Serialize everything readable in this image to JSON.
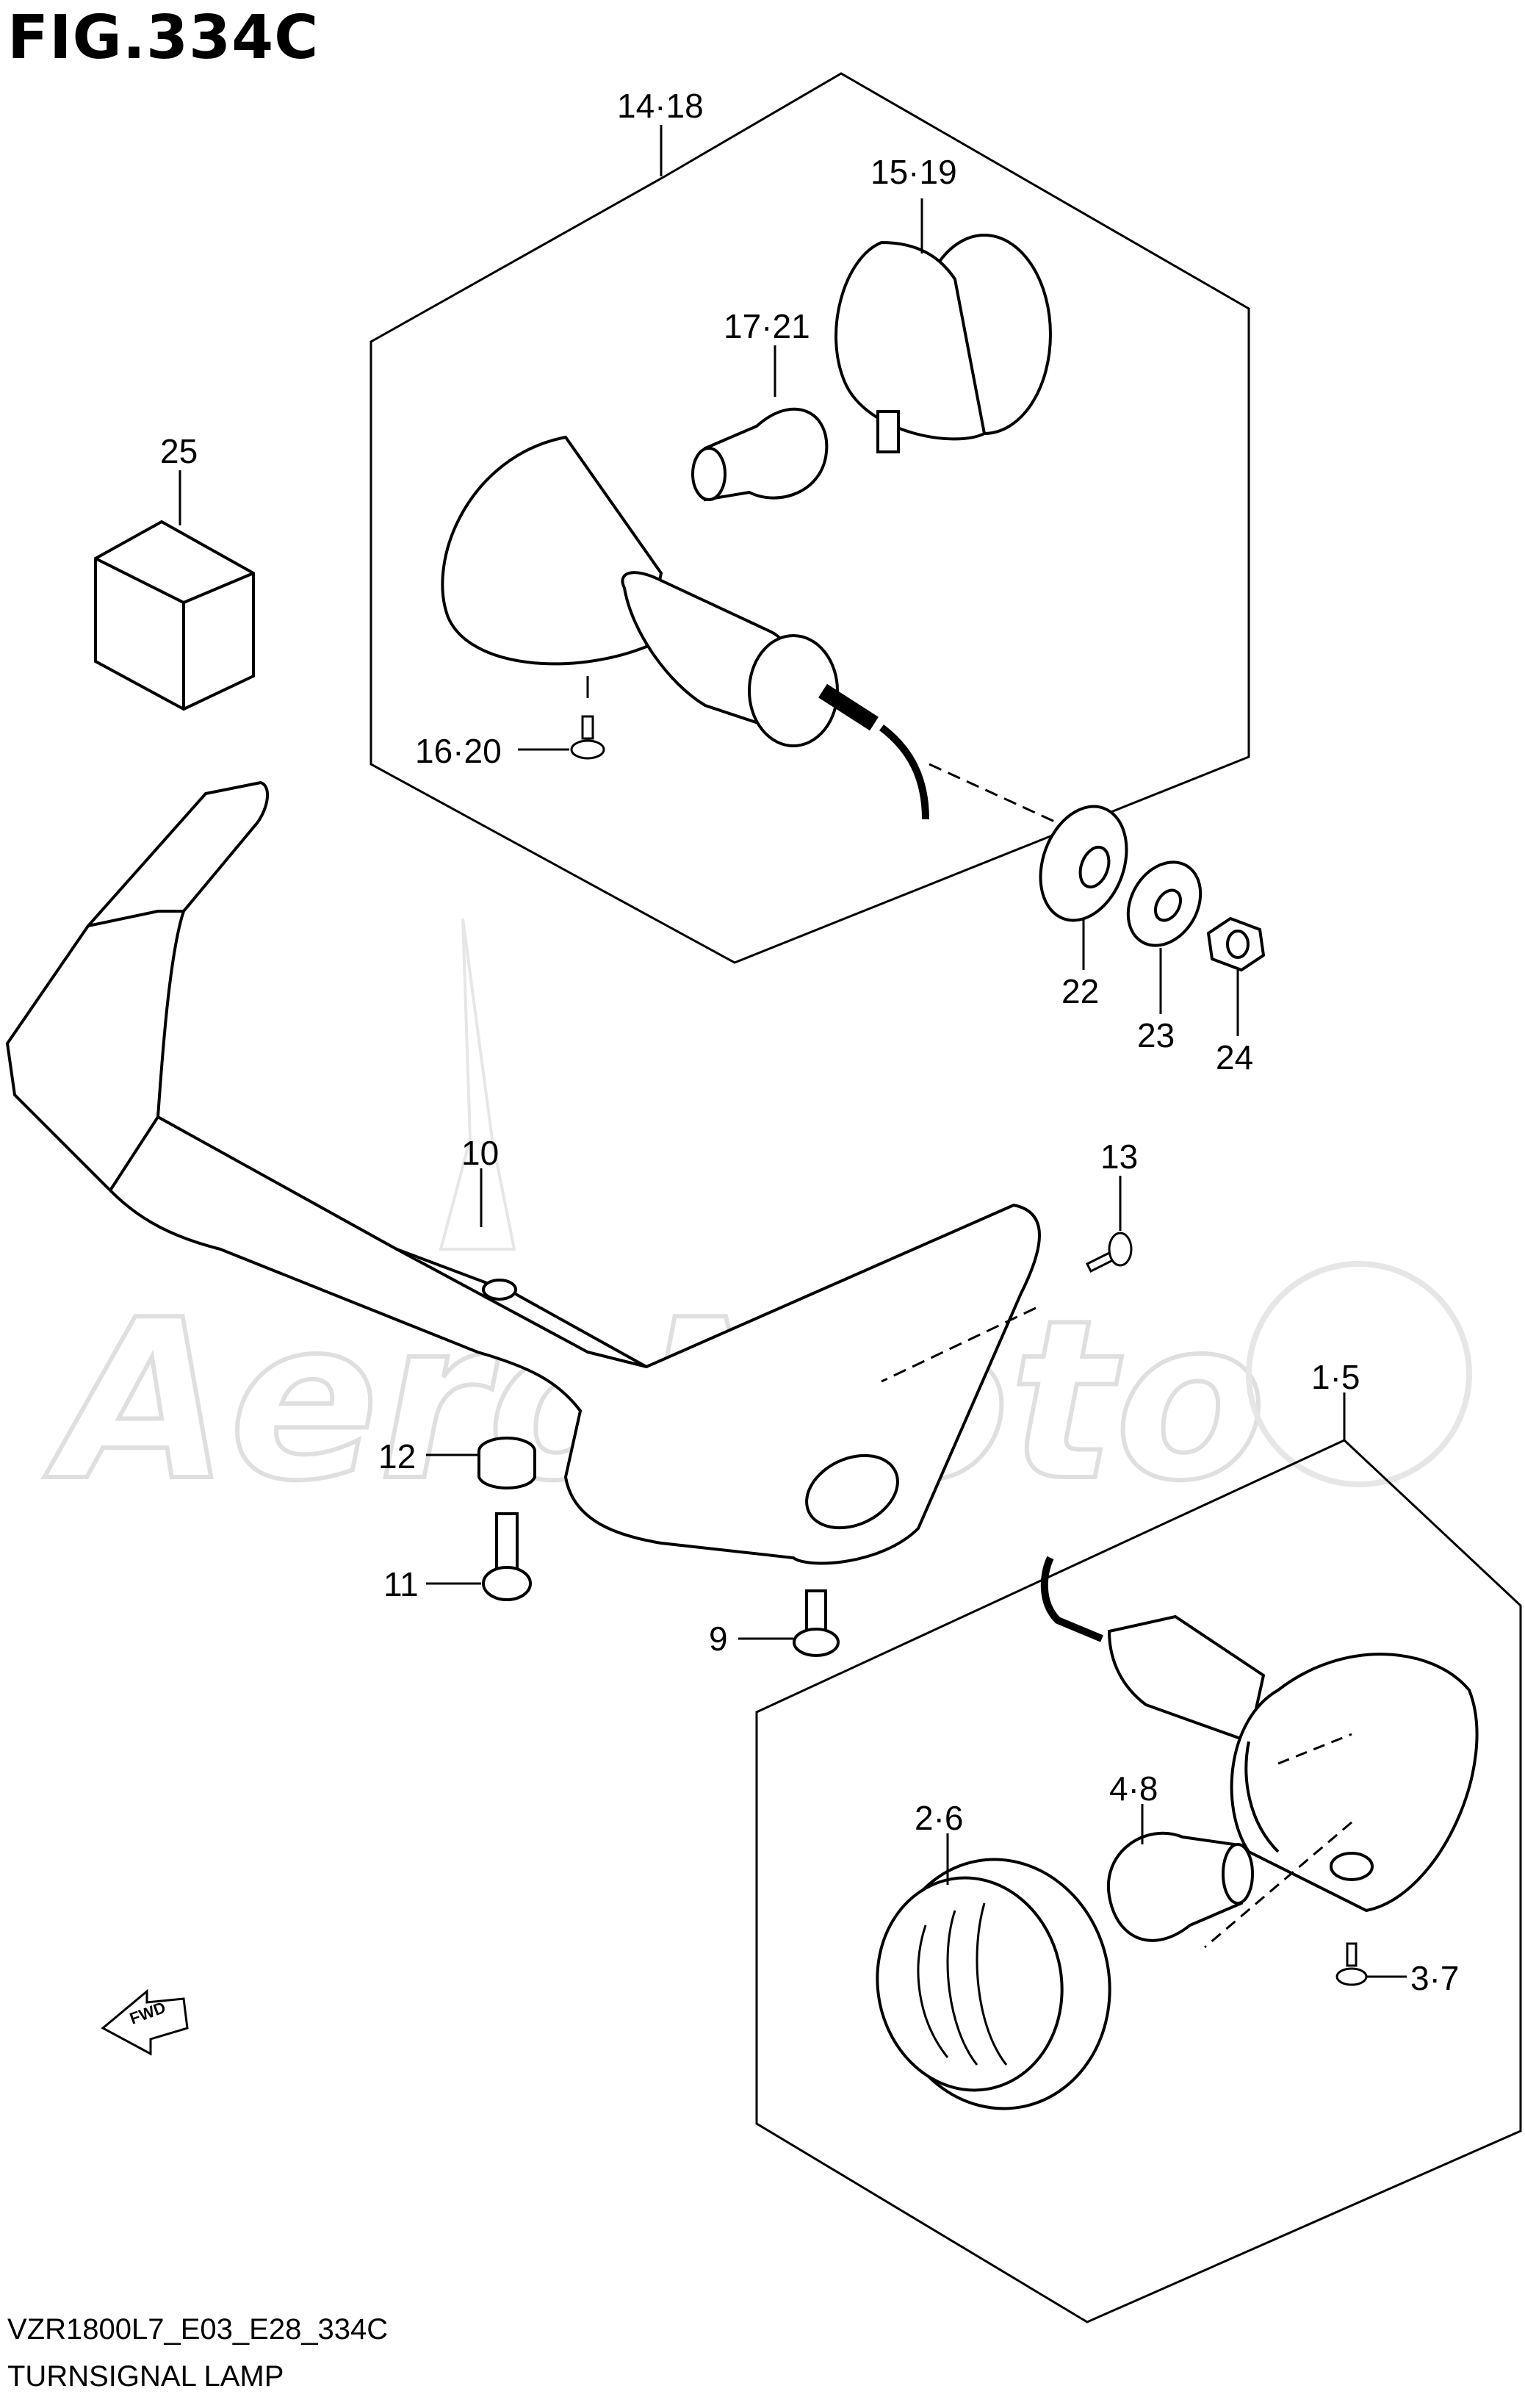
{
  "figure_title": "FIG.334C",
  "footer": {
    "model_code": "VZR1800L7_E03_E28_334C",
    "section_name": "TURNSIGNAL LAMP"
  },
  "watermark": "AeroMoto",
  "direction_marker": "FWD",
  "callouts": {
    "c14_18": "14·18",
    "c15_19": "15·19",
    "c17_21": "17·21",
    "c16_20": "16·20",
    "c25": "25",
    "c22": "22",
    "c23": "23",
    "c24": "24",
    "c10": "10",
    "c13": "13",
    "c12": "12",
    "c11": "11",
    "c9": "9",
    "c1_5": "1·5",
    "c2_6": "2·6",
    "c4_8": "4·8",
    "c3_7": "3·7"
  }
}
